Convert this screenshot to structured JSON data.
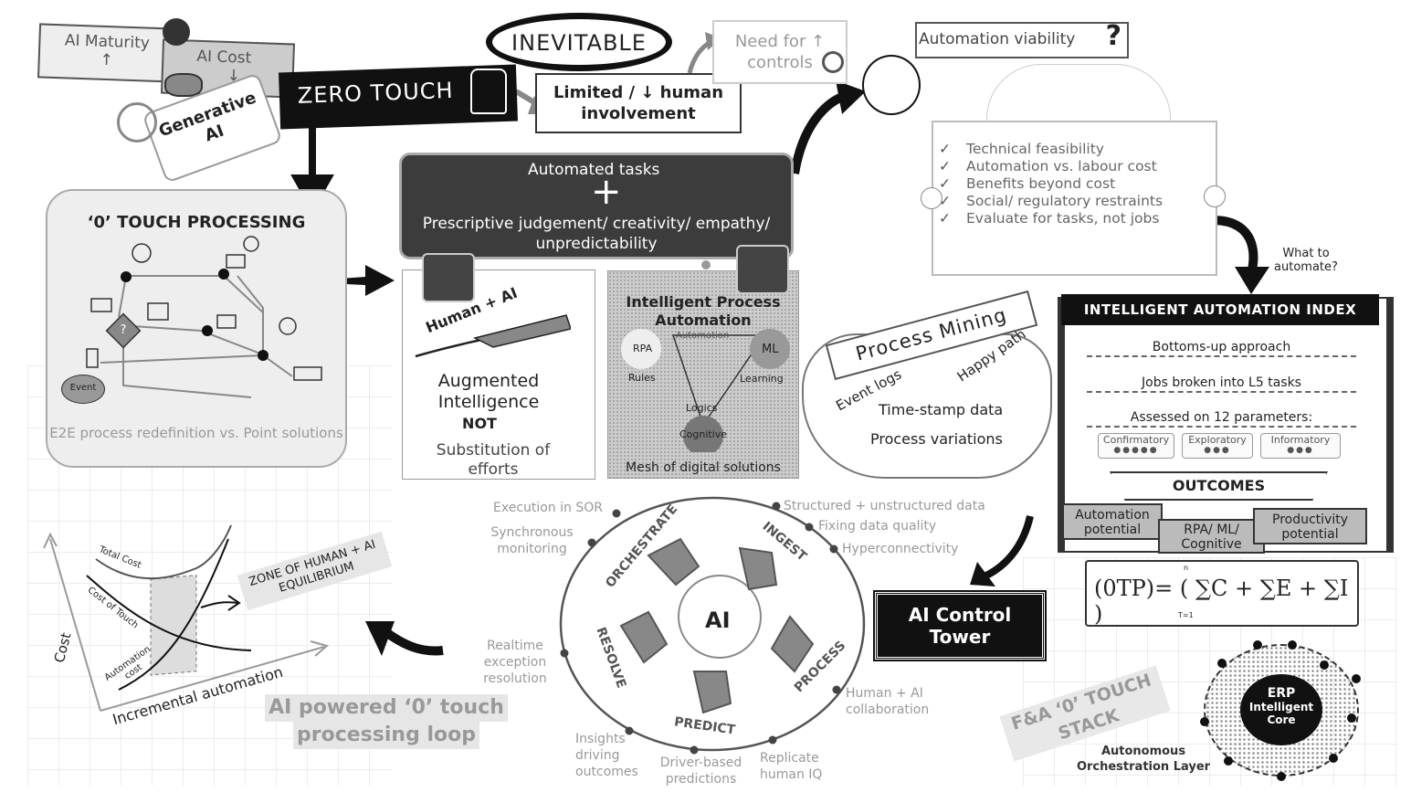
{
  "maturity": {
    "ai_maturity": "AI Maturity",
    "ai_cost": "AI Cost",
    "generative_ai": "Generative AI",
    "arrow_up": "↑",
    "arrow_down": "↓"
  },
  "zero_touch": {
    "title": "ZERO TOUCH",
    "inevitable": "INEVITABLE",
    "limited": "Limited / ↓ human involvement",
    "need_for_controls": "Need for ↑ controls"
  },
  "processing": {
    "title": "‘0’ TOUCH PROCESSING",
    "event": "Event",
    "question": "?",
    "caption": "E2E process redefinition vs. Point solutions"
  },
  "center": {
    "automated_tasks": "Automated tasks",
    "plus": "+",
    "prescriptive": "Prescriptive judgement/ creativity/ empathy/ unpredictability",
    "human_ai": "Human + AI",
    "augmented": "Augmented Intelligence",
    "not": "NOT",
    "substitution": "Substitution of efforts",
    "ipa_title": "Intelligent Process Automation",
    "rpa": "RPA",
    "rules": "Rules",
    "ml": "ML",
    "learning": "Learning",
    "automation": "Automation",
    "logics": "Logics",
    "cognitive": "Cognitive",
    "mesh": "Mesh of digital solutions"
  },
  "viability": {
    "title": "Automation viability",
    "question_mark": "?",
    "items": [
      "Technical feasibility",
      "Automation vs. labour cost",
      "Benefits beyond cost",
      "Social/ regulatory restraints",
      "Evaluate for tasks, not jobs"
    ],
    "what_to_automate": "What to automate?"
  },
  "process_mining": {
    "title": "Process Mining",
    "event_logs": "Event logs",
    "happy_path": "Happy path",
    "timestamp": "Time-stamp data",
    "variations": "Process variations"
  },
  "iai": {
    "title": "INTELLIGENT AUTOMATION INDEX",
    "rows": [
      "Bottoms-up approach",
      "Jobs broken into L5 tasks",
      "Assessed on 12 parameters:"
    ],
    "params": [
      "Confirmatory",
      "Exploratory",
      "Informatory"
    ],
    "outcomes_title": "OUTCOMES",
    "outcomes": [
      "Automation potential",
      "RPA/ ML/ Cognitive",
      "Productivity potential"
    ],
    "formula": "(0TP)= ( ∑C + ∑E + ∑I )",
    "sum_top": "n",
    "sum_bottom": "T=1"
  },
  "loop": {
    "center": "AI",
    "stages": [
      "ORCHESTRATE",
      "INGEST",
      "PROCESS",
      "PREDICT",
      "RESOLVE"
    ],
    "labels": [
      "Execution in SOR",
      "Synchronous monitoring",
      "Structured + unstructured data",
      "Fixing data quality",
      "Hyperconnectivity",
      "Realtime exception resolution",
      "Human + AI collaboration",
      "Insights driving outcomes",
      "Driver-based predictions",
      "Replicate human IQ"
    ]
  },
  "control_tower": {
    "title": "AI Control Tower"
  },
  "cost_chart": {
    "total_cost": "Total Cost",
    "cost_of_touch": "Cost of Touch",
    "automation_cost": "Automation cost",
    "ylabel": "Cost",
    "xlabel": "Incremental automation",
    "zone": "ZONE OF HUMAN + AI EQUILIBRIUM"
  },
  "loop_caption": {
    "line1": "AI powered ‘0’ touch",
    "line2": "processing loop"
  },
  "stack": {
    "title": "F&A ‘0’ TOUCH STACK",
    "erp": "ERP",
    "core1": "Intelligent",
    "core2": "Core",
    "layer": "Autonomous Orchestration Layer"
  }
}
